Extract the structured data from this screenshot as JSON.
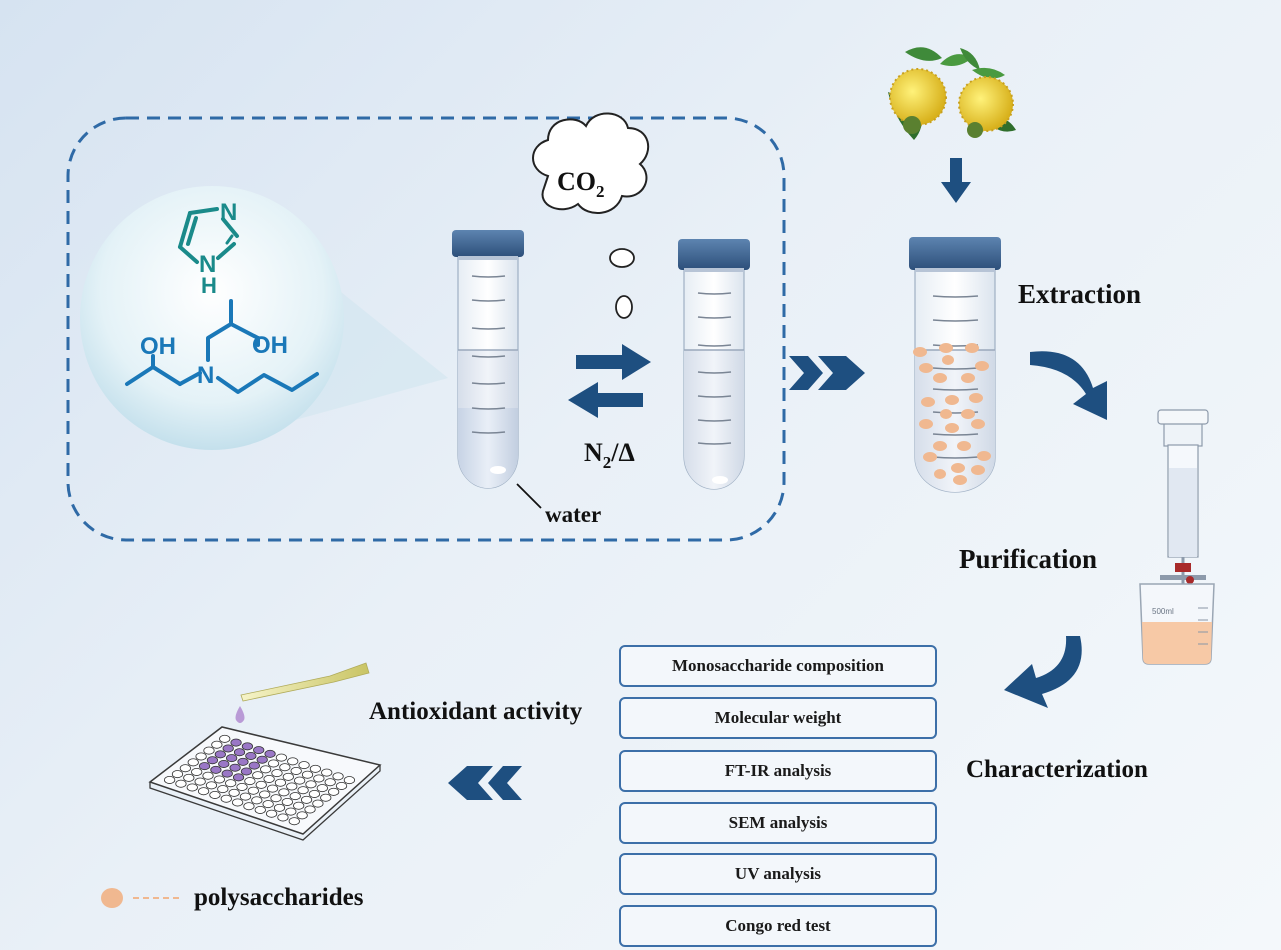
{
  "co2": {
    "main": "CO",
    "sub": "2"
  },
  "n2": {
    "main": "N",
    "sub": "2",
    "rest": "/Δ"
  },
  "water_label": "water",
  "steps": {
    "extraction": "Extraction",
    "purification": "Purification",
    "characterization": "Characterization",
    "antioxidant": "Antioxidant activity"
  },
  "characterization_items": [
    "Monosaccharide composition",
    "Molecular weight",
    "FT-IR analysis",
    "SEM analysis",
    "UV analysis",
    "Congo red test"
  ],
  "structure_atoms": {
    "n_top": "N",
    "nh_n": "N",
    "nh_h": "H",
    "oh_left": "OH",
    "oh_right": "OH",
    "n_center": "N"
  },
  "beaker_label": "500ml",
  "legend": {
    "label": "polysaccharides"
  },
  "colors": {
    "accent": "#1e4f80",
    "dashed": "#2f6aa6",
    "particle": "#f0b890",
    "chem_teal": "#1a8a8a",
    "chem_blue": "#1a78b8"
  }
}
